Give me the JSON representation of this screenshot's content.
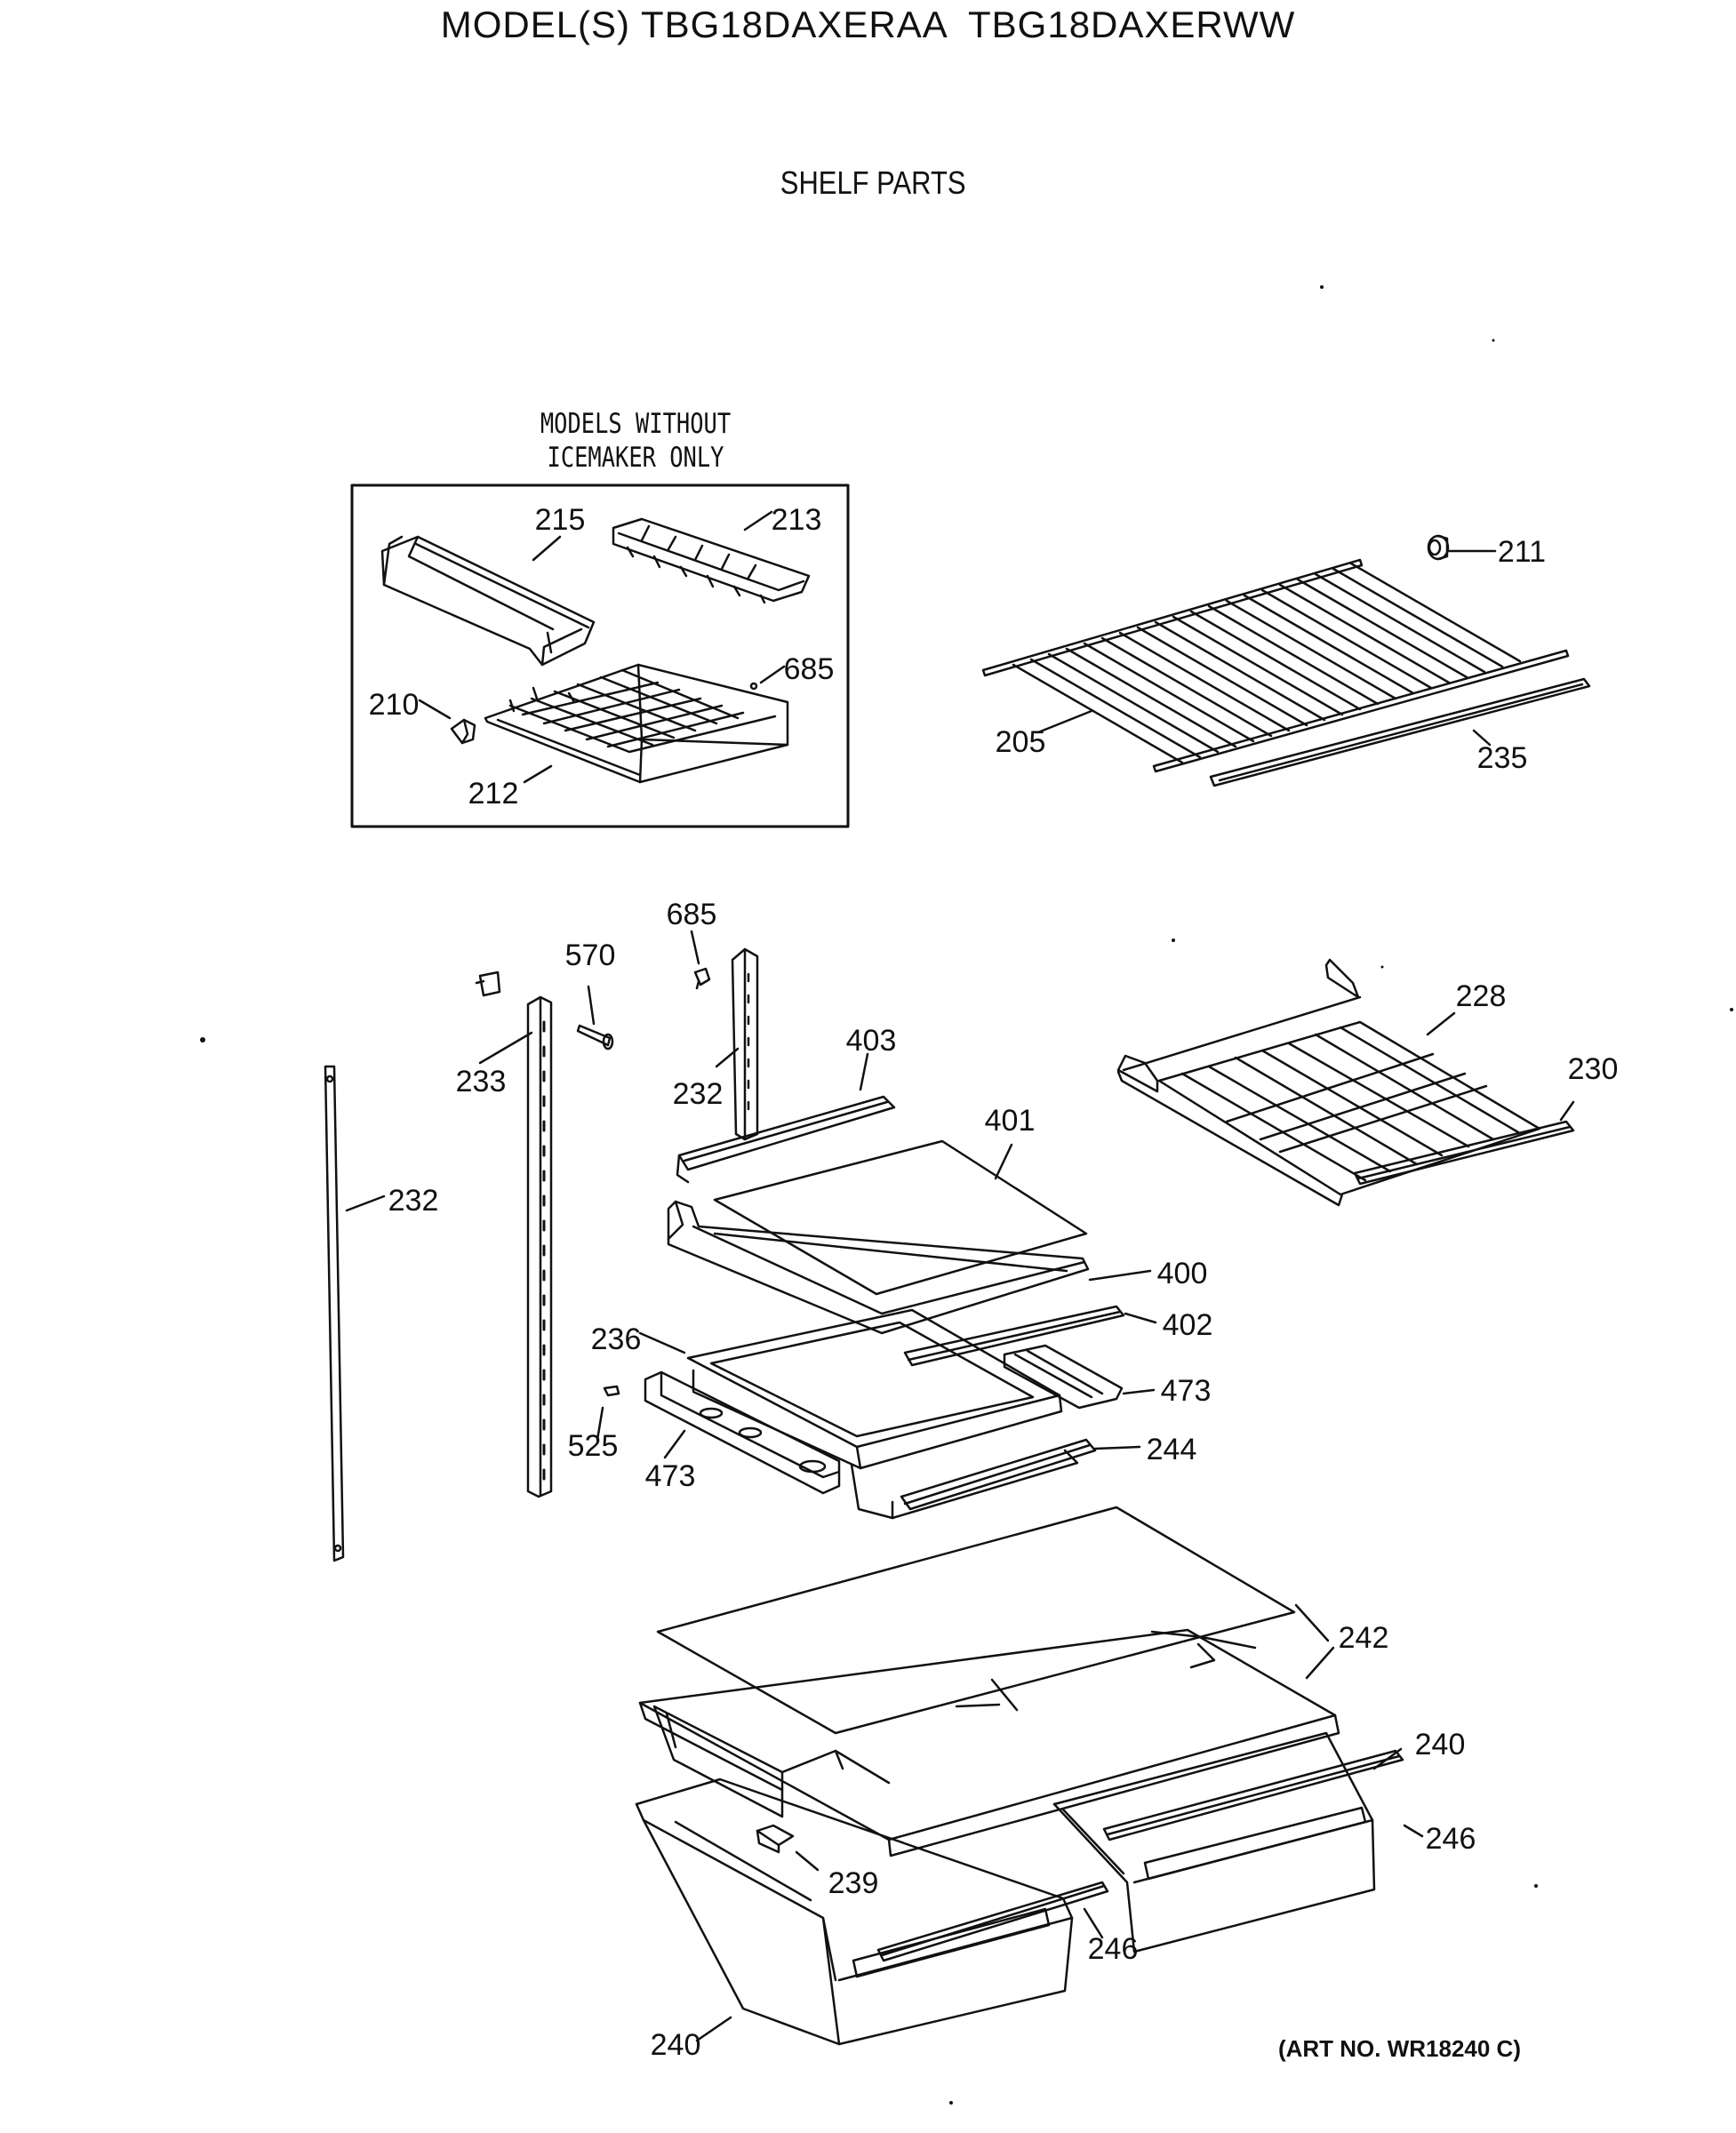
{
  "header": {
    "models_title": "MODEL(S) TBG18DAXERAA  TBG18DAXERWW",
    "section_title": "SHELF PARTS"
  },
  "inset": {
    "caption_line1": "MODELS WITHOUT",
    "caption_line2": "ICEMAKER ONLY"
  },
  "footer": {
    "art_number": "(ART NO. WR18240 C)"
  },
  "callouts": [
    "215",
    "213",
    "685",
    "210",
    "212",
    "211",
    "205",
    "235",
    "685",
    "570",
    "233",
    "232",
    "403",
    "401",
    "228",
    "230",
    "232",
    "400",
    "402",
    "236",
    "473",
    "525",
    "473",
    "244",
    "242",
    "240",
    "246",
    "239",
    "246",
    "240"
  ]
}
